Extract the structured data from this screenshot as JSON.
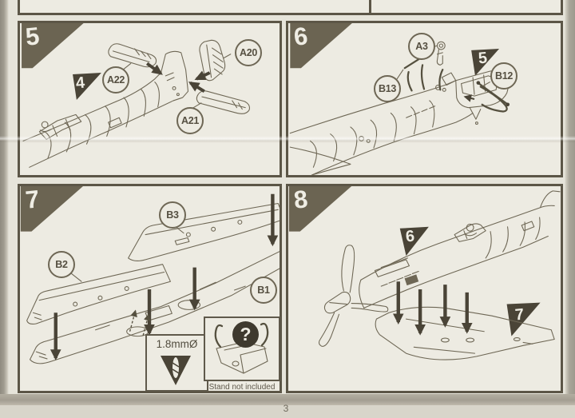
{
  "page": {
    "number": "3"
  },
  "colors": {
    "paper": "#e6e4da",
    "panel_background": "#edebe2",
    "panel_border": "#5c5647",
    "corner_tab": "#6b6452",
    "flag_triangle": "#4a4437",
    "line_ink": "#6e6755"
  },
  "step5": {
    "number": "5",
    "prev_flag": "4",
    "parts": {
      "a22": "A22",
      "a20": "A20",
      "a21": "A21"
    }
  },
  "step6": {
    "number": "6",
    "prev_flag": "5",
    "parts": {
      "a3": "A3",
      "b13": "B13",
      "b12": "B12"
    }
  },
  "step7": {
    "number": "7",
    "parts": {
      "b3": "B3",
      "b2": "B2",
      "b1": "B1"
    },
    "drill_label": "1.8mmØ",
    "stand_symbol": "?",
    "stand_caption": "Stand not included"
  },
  "step8": {
    "number": "8",
    "prev_flags": {
      "f6": "6",
      "f7": "7"
    }
  }
}
